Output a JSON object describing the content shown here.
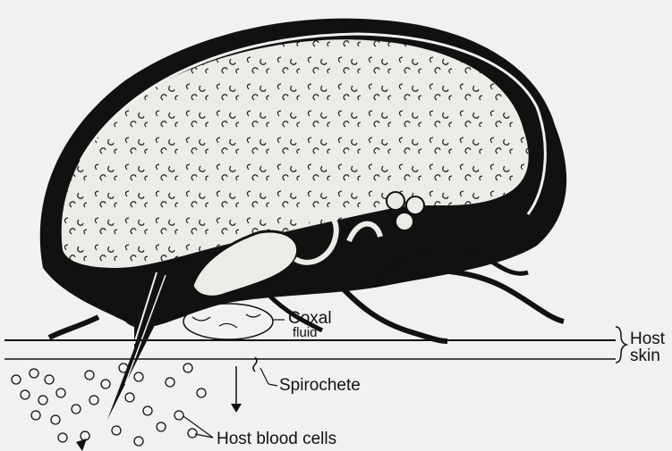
{
  "diagram": {
    "labels": {
      "coxal_fluid_line1": "Coxal",
      "coxal_fluid_line2": "fluid",
      "host_skin_line1": "Host",
      "host_skin_line2": "skin",
      "spirochete": "Spirochete",
      "host_blood_cells": "Host blood cells"
    },
    "colors": {
      "ink": "#111111",
      "background": "#f1f1ef",
      "body_fill": "#e9e9e6"
    }
  }
}
